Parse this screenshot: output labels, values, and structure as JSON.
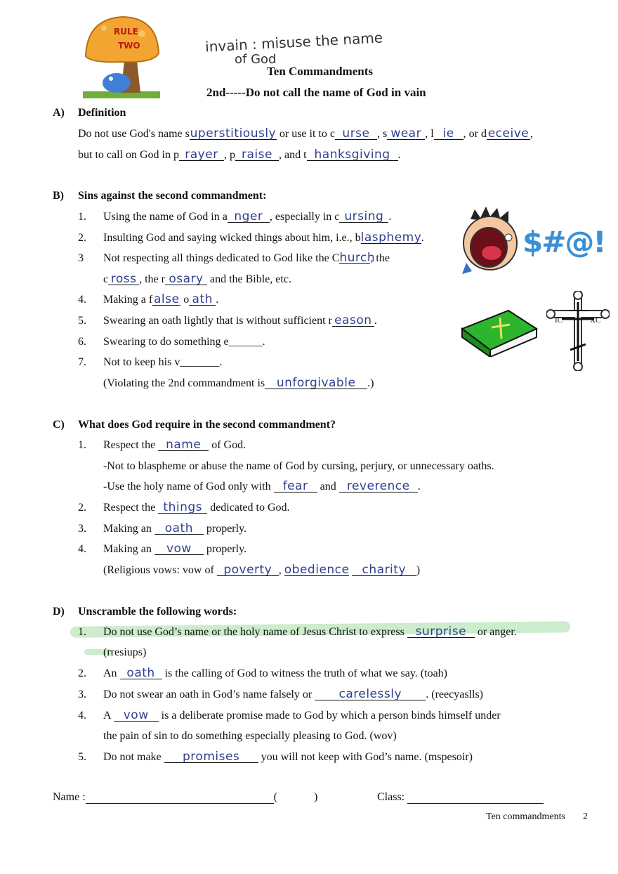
{
  "header": {
    "sign_line1": "RULE",
    "sign_line2": "TWO",
    "note_line1": "invain : misuse the name",
    "note_line2": "of God",
    "title": "Ten Commandments",
    "subtitle": "2nd-----Do not call the name of God in vain"
  },
  "section_a": {
    "letter": "A)",
    "heading": "Definition",
    "line1": {
      "t1": "Do not use God's name s",
      "a1": "uperstitiously",
      "t2": " or use it to c",
      "a2": "urse",
      "t3": ", s",
      "a3": "wear",
      "t4": ", l",
      "a4": "ie",
      "t5": ", or d",
      "a5": "eceive",
      "t6": ","
    },
    "line2": {
      "t1": "but to call on God in p",
      "a1": "rayer",
      "t2": ", p",
      "a2": "raise",
      "t3": ", and t",
      "a3": "hanksgiving",
      "t4": "."
    }
  },
  "section_b": {
    "letter": "B)",
    "heading": "Sins against the second commandment:",
    "items": [
      {
        "n": "1.",
        "t1": "Using the name of God in a",
        "a1": "nger",
        "t2": ", especially in c",
        "a2": "ursing",
        "t3": "."
      },
      {
        "n": "2.",
        "t1": "Insulting God and saying wicked things about him, i.e., b",
        "a1": "lasphemy",
        "t2": "."
      },
      {
        "n": "3",
        "t1": "Not respecting all things dedicated to God like the C",
        "a1": "hurch",
        "t2": ", the"
      },
      {
        "n": "",
        "t1": "c",
        "a1": "ross",
        "t2": ", the r",
        "a2": "osary",
        "t3": " and the Bible, etc."
      },
      {
        "n": "4.",
        "t1": "Making a f",
        "a1": "alse",
        "t2": " o",
        "a2": "ath",
        "t3": "."
      },
      {
        "n": "5.",
        "t1": "Swearing an oath lightly that is without sufficient r",
        "a1": "eason",
        "t2": "."
      },
      {
        "n": "6.",
        "t1": "Swearing to do something e______."
      },
      {
        "n": "7.",
        "t1": "Not to keep his v_______."
      },
      {
        "n": "",
        "t1": "(Violating the 2nd commandment is",
        "a1": "unforgivable",
        "t2": ".)"
      }
    ],
    "symbols": "$#@!",
    "cross_ic": "IC",
    "cross_xc": "XC"
  },
  "section_c": {
    "letter": "C)",
    "heading": "What does God require in the second commandment?",
    "l1": {
      "n": "1.",
      "t1": "Respect the ",
      "a1": "name",
      "t2": " of God."
    },
    "l2": "-Not to blaspheme or abuse the name of God by cursing, perjury, or unnecessary oaths.",
    "l3": {
      "t1": "-Use the holy name of God only with ",
      "a1": "fear",
      "t2": " and ",
      "a2": "reverence",
      "t3": "."
    },
    "l4": {
      "n": "2.",
      "t1": "Respect the ",
      "a1": "things",
      "t2": " dedicated to God."
    },
    "l5": {
      "n": "3.",
      "t1": "Making an ",
      "a1": "oath",
      "t2": " properly."
    },
    "l6": {
      "n": "4.",
      "t1": "Making an ",
      "a1": "vow",
      "t2": " properly."
    },
    "l7": {
      "t1": "(Religious vows: vow of ",
      "a1": "poverty",
      "t2": ", ",
      "a2": "obedience",
      "t3": " ",
      "a3": "charity",
      "t4": ")"
    }
  },
  "section_d": {
    "letter": "D)",
    "heading": "Unscramble the following words:",
    "q1": {
      "n": "1.",
      "t1": "Do not use God’s name or the holy name of Jesus Christ to express ",
      "a1": "surprise",
      "t2": " or anger."
    },
    "q1b": "(rresiups)",
    "q2": {
      "n": "2.",
      "t1": "An ",
      "a1": "oath",
      "t2": " is the calling of God to witness the truth of what we say. (toah)"
    },
    "q3": {
      "n": "3.",
      "t1": "Do not swear an oath in God’s name falsely or ",
      "a1": "carelessly",
      "t2": ". (reecyaslls)"
    },
    "q4": {
      "n": "4.",
      "t1": "A ",
      "a1": "vow",
      "t2": " is a deliberate promise made to God by which a person binds himself under"
    },
    "q4b": "the pain of sin to do something especially pleasing to God. (wov)",
    "q5": {
      "n": "5.",
      "t1": "Do not make ",
      "a1": "promises",
      "t2": " you will not keep with God’s name. (mspesoir)"
    }
  },
  "footer": {
    "name_label": "Name :",
    "paren_open": "(",
    "paren_close": ")",
    "class_label": "Class:",
    "page_label": "Ten commandments",
    "page_number": "2"
  }
}
